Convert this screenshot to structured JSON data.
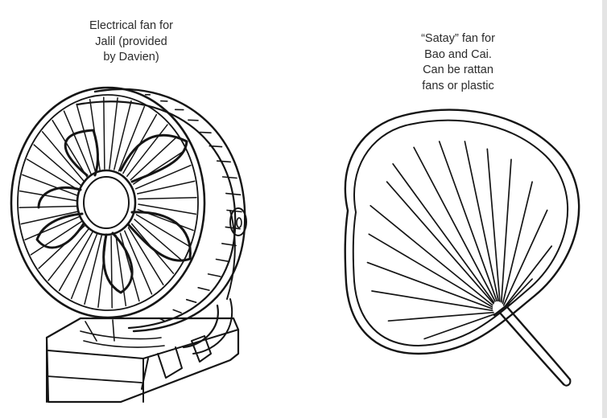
{
  "captions": {
    "electric_fan": [
      "Electrical fan for",
      "Jalil (provided",
      "by Davien)"
    ],
    "satay_fan": [
      "“Satay” fan for",
      "Bao and Cai.",
      "Can be rattan",
      "fans or plastic"
    ]
  },
  "colors": {
    "background": "#ffffff",
    "ink": "#151515",
    "caption_text": "#2b2b2b"
  },
  "illustrations": {
    "left": "electric-desk-fan-sketch",
    "right": "palm-leaf-hand-fan-sketch"
  }
}
